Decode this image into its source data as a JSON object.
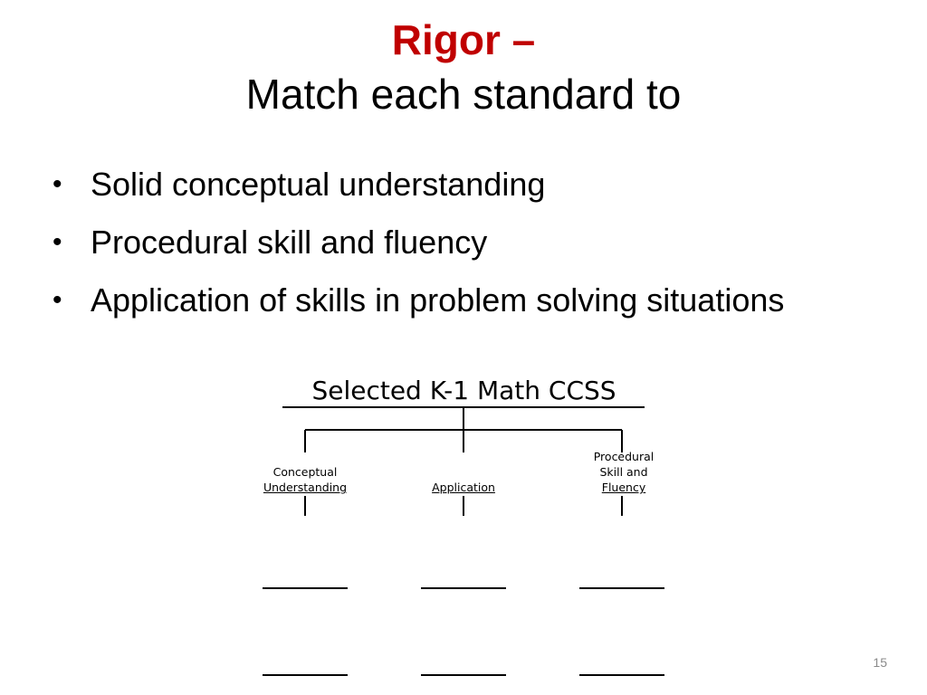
{
  "slide": {
    "title_line1": "Rigor –",
    "title_line2": "Match each standard to",
    "bullets": [
      "Solid conceptual understanding",
      "Procedural skill and fluency",
      "Application of skills in problem solving situations"
    ],
    "bullet_glyph": "•",
    "page_number": "15"
  },
  "diagram": {
    "title": "Selected K-1 Math CCSS",
    "categories": {
      "conceptual": {
        "line1": "Conceptual",
        "line2": "Understanding"
      },
      "application": {
        "line1": "Application"
      },
      "procedural": {
        "line1": "Procedural",
        "line2": "Skill and",
        "line3": "Fluency"
      }
    }
  },
  "colors": {
    "title_red": "#c00000",
    "text": "#000000",
    "page_number": "#8a8a8a"
  }
}
